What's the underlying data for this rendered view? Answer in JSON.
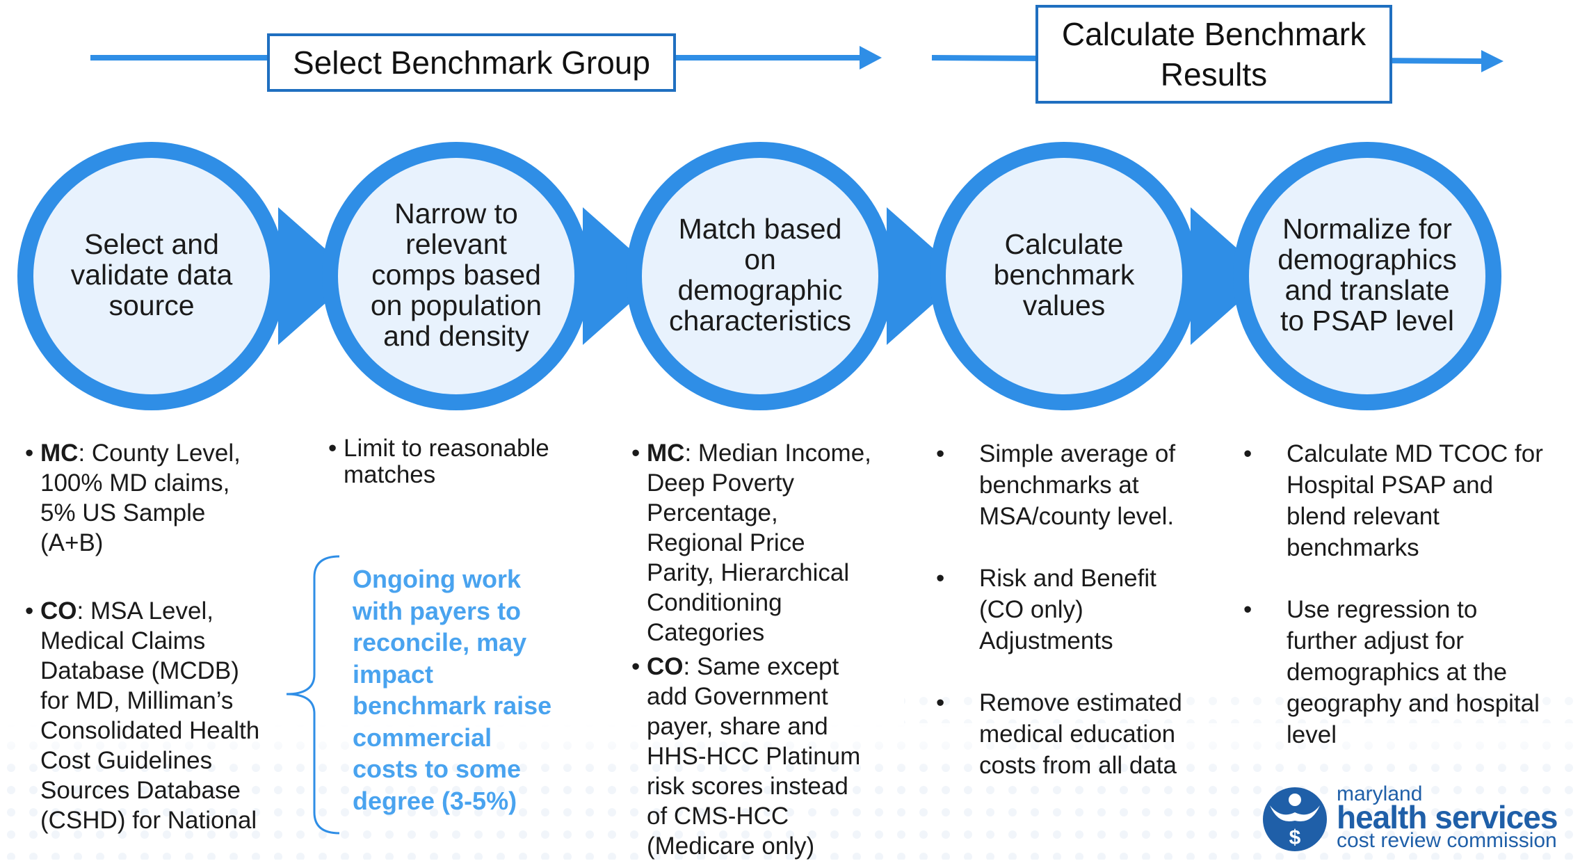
{
  "stages": {
    "select": "Select Benchmark Group",
    "calculate_line1": "Calculate Benchmark",
    "calculate_line2": "Results"
  },
  "steps": [
    {
      "lines": [
        "Select and",
        "validate data",
        "source"
      ]
    },
    {
      "lines": [
        "Narrow to",
        "relevant",
        "comps based",
        "on population",
        "and density"
      ]
    },
    {
      "lines": [
        "Match based",
        "on",
        "demographic",
        "characteristics"
      ]
    },
    {
      "lines": [
        "Calculate",
        "benchmark",
        "values"
      ]
    },
    {
      "lines": [
        "Normalize for",
        "demographics",
        "and translate",
        "to PSAP level"
      ]
    }
  ],
  "col1": {
    "mc_bold": "MC",
    "mc_lines": [
      ": County Level,",
      "100% MD claims,",
      "5% US Sample",
      "(A+B)"
    ],
    "co_bold": "CO",
    "co_lines": [
      ": MSA Level,",
      "Medical Claims",
      "Database (MCDB)",
      "for MD, Milliman’s",
      "Consolidated Health",
      "Cost Guidelines",
      "Sources Database",
      "(CSHD) for National"
    ]
  },
  "col2": {
    "lines": [
      "Limit to reasonable",
      "matches"
    ]
  },
  "callout": {
    "lines": [
      "Ongoing work",
      "with payers to",
      "reconcile, may",
      "impact",
      "benchmark raise",
      "commercial",
      "costs to some",
      "degree (3-5%)"
    ]
  },
  "col3": {
    "mc_bold": "MC",
    "mc_lines": [
      ": Median Income,",
      "Deep Poverty",
      "Percentage,",
      "Regional Price",
      "Parity, Hierarchical",
      "Conditioning",
      "Categories"
    ],
    "co_bold": "CO",
    "co_lines": [
      ": Same except",
      "add Government",
      "payer, share and",
      "HHS-HCC Platinum",
      "risk scores instead",
      "of CMS-HCC",
      "(Medicare only)"
    ]
  },
  "col4": {
    "items": [
      [
        "Simple average of",
        "benchmarks at",
        "MSA/county level."
      ],
      [
        "Risk and Benefit",
        "(CO only)",
        "Adjustments"
      ],
      [
        "Remove estimated",
        "medical education",
        "costs from all data"
      ]
    ]
  },
  "col5": {
    "items": [
      [
        "Calculate MD TCOC for",
        "Hospital PSAP and",
        "blend relevant",
        "benchmarks"
      ],
      [
        "Use regression to",
        "further adjust for",
        "demographics at the",
        "geography and hospital",
        "level"
      ]
    ]
  },
  "logo": {
    "line1": "maryland",
    "line2": "health services",
    "line3": "cost review commission"
  },
  "colors": {
    "accent": "#2f8ee6",
    "circle_fill": "#e8f2fd",
    "box_border": "#1f6fc0",
    "callout": "#49a3ef"
  }
}
